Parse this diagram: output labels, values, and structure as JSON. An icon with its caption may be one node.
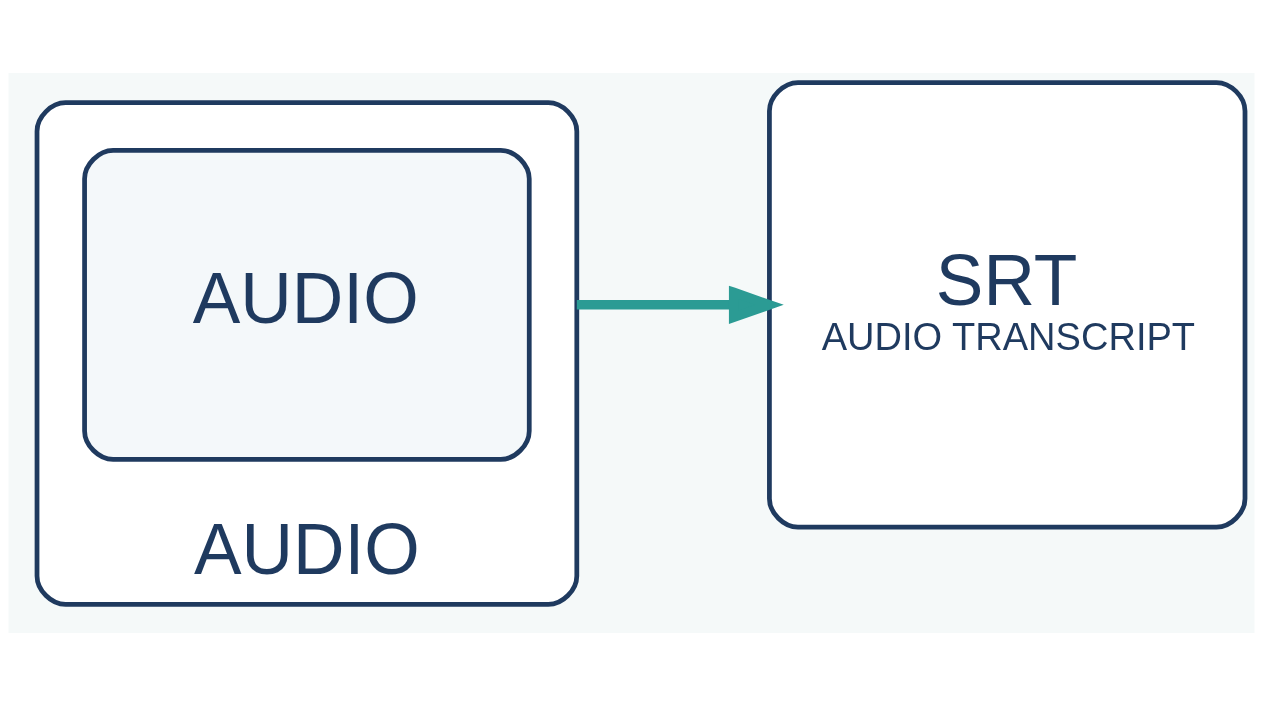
{
  "diagram": {
    "nodes": [
      {
        "text": [
          "AUDIO"
        ]
      },
      {
        "text": [
          "AUDIO"
        ],
        "in": 0
      },
      {
        "text": [
          "SRT",
          "AUDIO TRANSCRIPT"
        ]
      }
    ],
    "edges": [
      {
        "from": 0,
        "to": 2,
        "arrow": "to"
      }
    ]
  }
}
